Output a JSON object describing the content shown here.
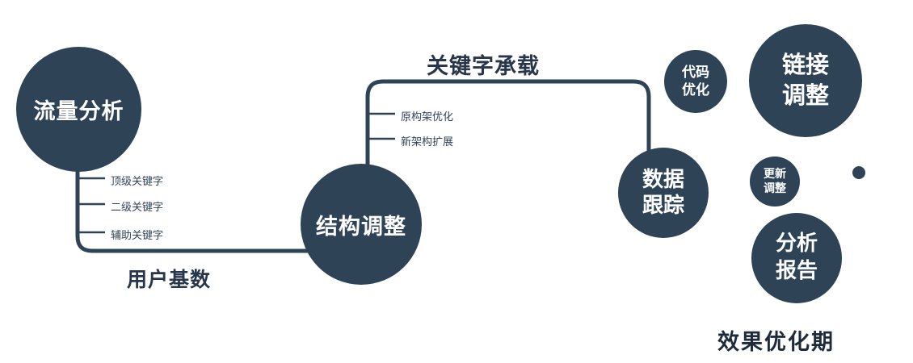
{
  "colors": {
    "node_fill": "#2e4355",
    "node_text": "#ffffff",
    "line": "#2e4355",
    "label_text": "#27364a"
  },
  "nodes": {
    "traffic_analysis": {
      "label": "流量分析"
    },
    "structure_adjustment": {
      "label": "结构调整"
    },
    "data_tracking": {
      "line1": "数据",
      "line2": "跟踪"
    },
    "code_optimization": {
      "line1": "代码",
      "line2": "优化"
    },
    "link_adjustment": {
      "line1": "链接",
      "line2": "调整"
    },
    "update_adjustment": {
      "line1": "更新",
      "line2": "调整"
    },
    "analysis_report": {
      "line1": "分析",
      "line2": "报告"
    }
  },
  "edges": {
    "user_base_label": "用户基数",
    "keyword_bearing_label": "关键字承载"
  },
  "ticks": {
    "traffic": [
      "顶级关键字",
      "二级关键字",
      "辅助关键字"
    ],
    "structure": [
      "原构架优化",
      "新架构扩展"
    ]
  },
  "footer": {
    "label": "效果优化期"
  }
}
